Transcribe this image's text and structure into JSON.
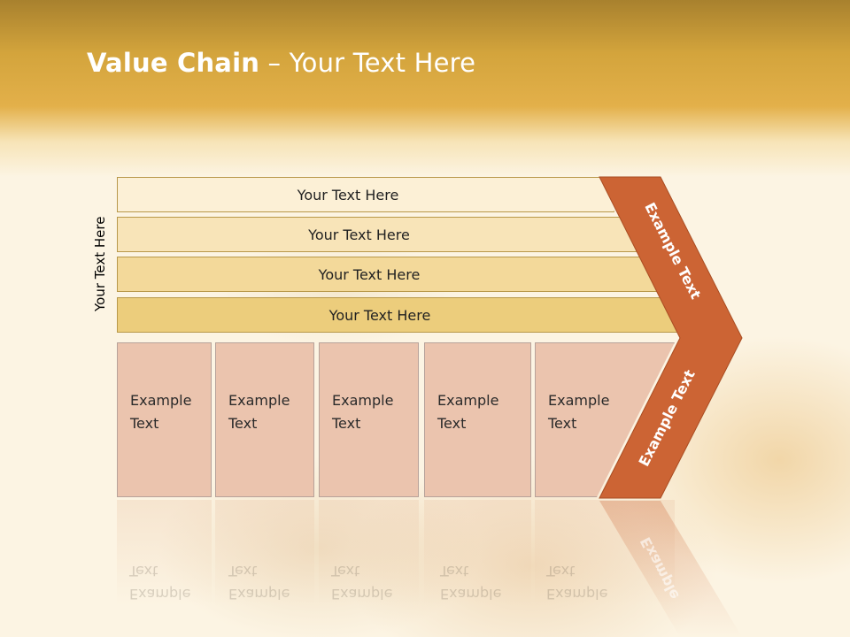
{
  "title": {
    "bold": "Value Chain",
    "rest": " – Your Text Here"
  },
  "side_label": "Your Text Here",
  "bands": [
    "Your Text Here",
    "Your Text Here",
    "Your Text Here",
    "Your Text Here"
  ],
  "columns": [
    {
      "line1": "Example",
      "line2": "Text"
    },
    {
      "line1": "Example",
      "line2": "Text"
    },
    {
      "line1": "Example",
      "line2": "Text"
    },
    {
      "line1": "Example",
      "line2": "Text"
    },
    {
      "line1": "Example",
      "line2": "Text"
    }
  ],
  "chevron": {
    "top_label": "Example Text",
    "bottom_label": "Example Text",
    "reflection_label": "Example"
  },
  "colors": {
    "chevron": "#cc6434",
    "column": "#ebc4ae",
    "header": "#d3a43c"
  }
}
